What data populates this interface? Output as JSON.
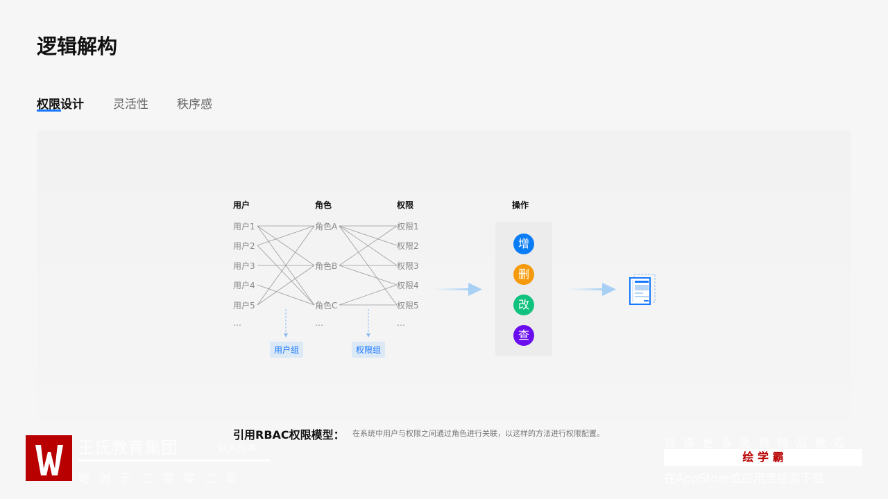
{
  "title": "逻辑解构",
  "tabs": [
    {
      "label": "权限设计"
    },
    {
      "label": "灵活性"
    },
    {
      "label": "秩序感"
    }
  ],
  "diagram": {
    "headers": {
      "users": "用户",
      "roles": "角色",
      "perms": "权限",
      "ops": "操作"
    },
    "users": [
      "用户1",
      "用户2",
      "用户3",
      "用户4",
      "用户5",
      "…"
    ],
    "roles": [
      "角色A",
      "角色B",
      "角色C",
      "…"
    ],
    "perms": [
      "权限1",
      "权限2",
      "权限3",
      "权限4",
      "权限5",
      "…"
    ],
    "user_role_links": [
      [
        0,
        0
      ],
      [
        0,
        1
      ],
      [
        0,
        2
      ],
      [
        1,
        0
      ],
      [
        1,
        2
      ],
      [
        2,
        1
      ],
      [
        3,
        2
      ],
      [
        4,
        0
      ],
      [
        4,
        1
      ]
    ],
    "role_perm_links": [
      [
        0,
        0
      ],
      [
        0,
        1
      ],
      [
        0,
        2
      ],
      [
        0,
        4
      ],
      [
        1,
        0
      ],
      [
        1,
        2
      ],
      [
        1,
        3
      ],
      [
        2,
        3
      ],
      [
        2,
        4
      ]
    ],
    "user_group": "用户组",
    "perm_group": "权限组",
    "operations": [
      {
        "label": "增",
        "color": "#0a7cf5"
      },
      {
        "label": "删",
        "color": "#f59a0a"
      },
      {
        "label": "改",
        "color": "#11c27e"
      },
      {
        "label": "查",
        "color": "#6a0ef0"
      }
    ]
  },
  "caption": "引用RBAC权限模型：",
  "description": "在系统中用户与权限之间通过角色进行关联，以这样的方法进行权限配置。",
  "watermark": {
    "org": "王氏教育集团",
    "motto": "以人为本",
    "founded": "始 创 于 二 零 零 二 年",
    "promo": "获 得 更 多 免 费 精 品 教 程",
    "app": "绘 学 霸",
    "search": "在AppStore或应用宝搜索下载"
  }
}
